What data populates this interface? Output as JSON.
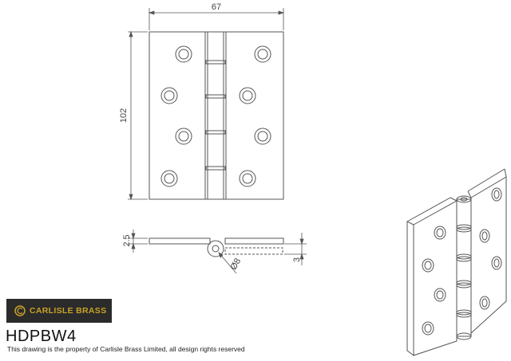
{
  "dimensions": {
    "width": "67",
    "height": "102",
    "leaf_thickness": "2.5",
    "knuckle_diameter": "Ø8",
    "open_gap": "3"
  },
  "branding": {
    "logo_text": "CARLISLE BRASS",
    "product_code": "HDPBW4",
    "disclaimer": "This drawing is the property of Carlisle Brass Limited, all design rights reserved"
  },
  "colors": {
    "line": "#555555",
    "logo_background": "#2b2b2b",
    "logo_text": "#c9a227"
  }
}
